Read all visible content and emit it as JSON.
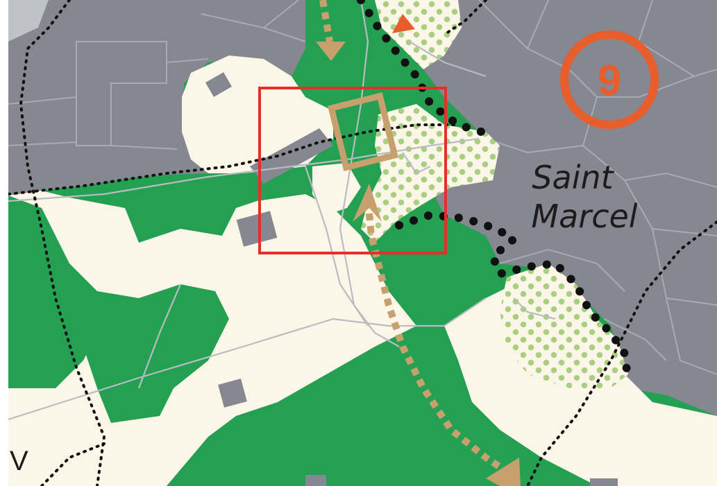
{
  "map": {
    "place_label_line1": "Saint",
    "place_label_line2": "Marcel",
    "zone_badge_number": "9",
    "corner_fragment": "V"
  },
  "colors": {
    "urban": "#868790",
    "urban_lines": "#a9aab2",
    "forest": "#24a052",
    "open_land": "#fcf6e9",
    "orchard_dot": "#a8d080",
    "trail": "#c8a06e",
    "boundary": "#111111",
    "badge": "#e85d2c",
    "highlight_frame": "#e5302a"
  },
  "icons": [
    "zone-number-badge-icon",
    "trail-arrow-icon",
    "start-triangle-icon"
  ]
}
